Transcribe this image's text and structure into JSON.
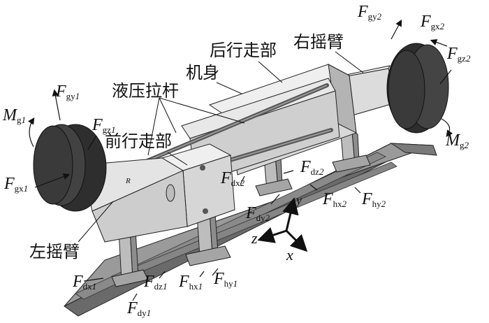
{
  "labels_cn": {
    "rear_walking": "后行走部",
    "right_swing_arm": "右摇臂",
    "body": "机身",
    "hydraulic_rod": "液压拉杆",
    "front_walking": "前行走部",
    "left_swing_arm": "左摇臂"
  },
  "body_mark": "R",
  "forces": {
    "Fgy2": {
      "main": "F",
      "sub1": "gy",
      "sub2": "2"
    },
    "Fgx2": {
      "main": "F",
      "sub1": "gx",
      "sub2": "2"
    },
    "Fgz2": {
      "main": "F",
      "sub1": "gz",
      "sub2": "2"
    },
    "Mg2": {
      "main": "M",
      "sub1": "g",
      "sub2": "2"
    },
    "Fgy1": {
      "main": "F",
      "sub1": "gy",
      "sub2": "1"
    },
    "Mg1": {
      "main": "M",
      "sub1": "g",
      "sub2": "1"
    },
    "Fgz1": {
      "main": "F",
      "sub1": "gz",
      "sub2": "1"
    },
    "Fgx1": {
      "main": "F",
      "sub1": "gx",
      "sub2": "1"
    },
    "Fdx2": {
      "main": "F",
      "sub1": "dx",
      "sub2": "2"
    },
    "Fdz2": {
      "main": "F",
      "sub1": "dz",
      "sub2": "2"
    },
    "Fhx2": {
      "main": "F",
      "sub1": "hx",
      "sub2": "2"
    },
    "Fhy2": {
      "main": "F",
      "sub1": "hy",
      "sub2": "2"
    },
    "Fdy2": {
      "main": "F",
      "sub1": "dy",
      "sub2": "2"
    },
    "Fdx1": {
      "main": "F",
      "sub1": "dx",
      "sub2": "1"
    },
    "Fdz1": {
      "main": "F",
      "sub1": "dz",
      "sub2": "1"
    },
    "Fhx1": {
      "main": "F",
      "sub1": "hx",
      "sub2": "1"
    },
    "Fhy1": {
      "main": "F",
      "sub1": "hy",
      "sub2": "1"
    },
    "Fdy1": {
      "main": "F",
      "sub1": "dy",
      "sub2": "1"
    }
  },
  "axes": {
    "x": "x",
    "y": "y",
    "z": "z"
  },
  "colors": {
    "tire": "#3a3a3a",
    "hub": "#e6e6e6",
    "body_light": "#eeeeee",
    "body_mid": "#d4d4d4",
    "body_dark": "#a9a9a9",
    "ground_top": "#9a9a9a",
    "ground_side": "#6a6a6a",
    "line": "#222222"
  }
}
